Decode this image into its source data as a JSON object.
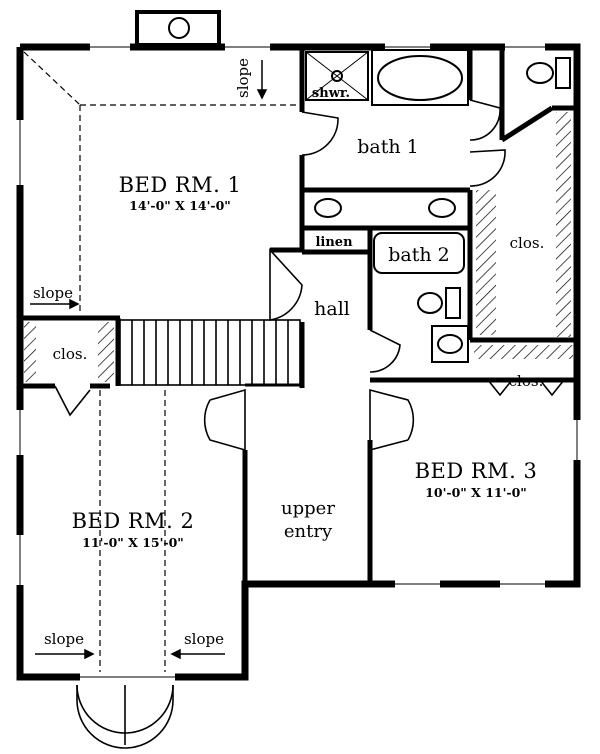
{
  "rooms": {
    "bed1": {
      "name": "BED RM. 1",
      "dims": "14'-0\" X 14'-0\""
    },
    "bed2": {
      "name": "BED RM. 2",
      "dims": "11'-0\" X 15'-0\""
    },
    "bed3": {
      "name": "BED RM. 3",
      "dims": "10'-0\" X 11'-0\""
    },
    "bath1": "bath 1",
    "bath2": "bath 2",
    "hall": "hall",
    "upper_entry_line1": "upper",
    "upper_entry_line2": "entry"
  },
  "labels": {
    "shower": "shwr.",
    "linen": "linen",
    "closet": "clos.",
    "slope": "slope"
  }
}
